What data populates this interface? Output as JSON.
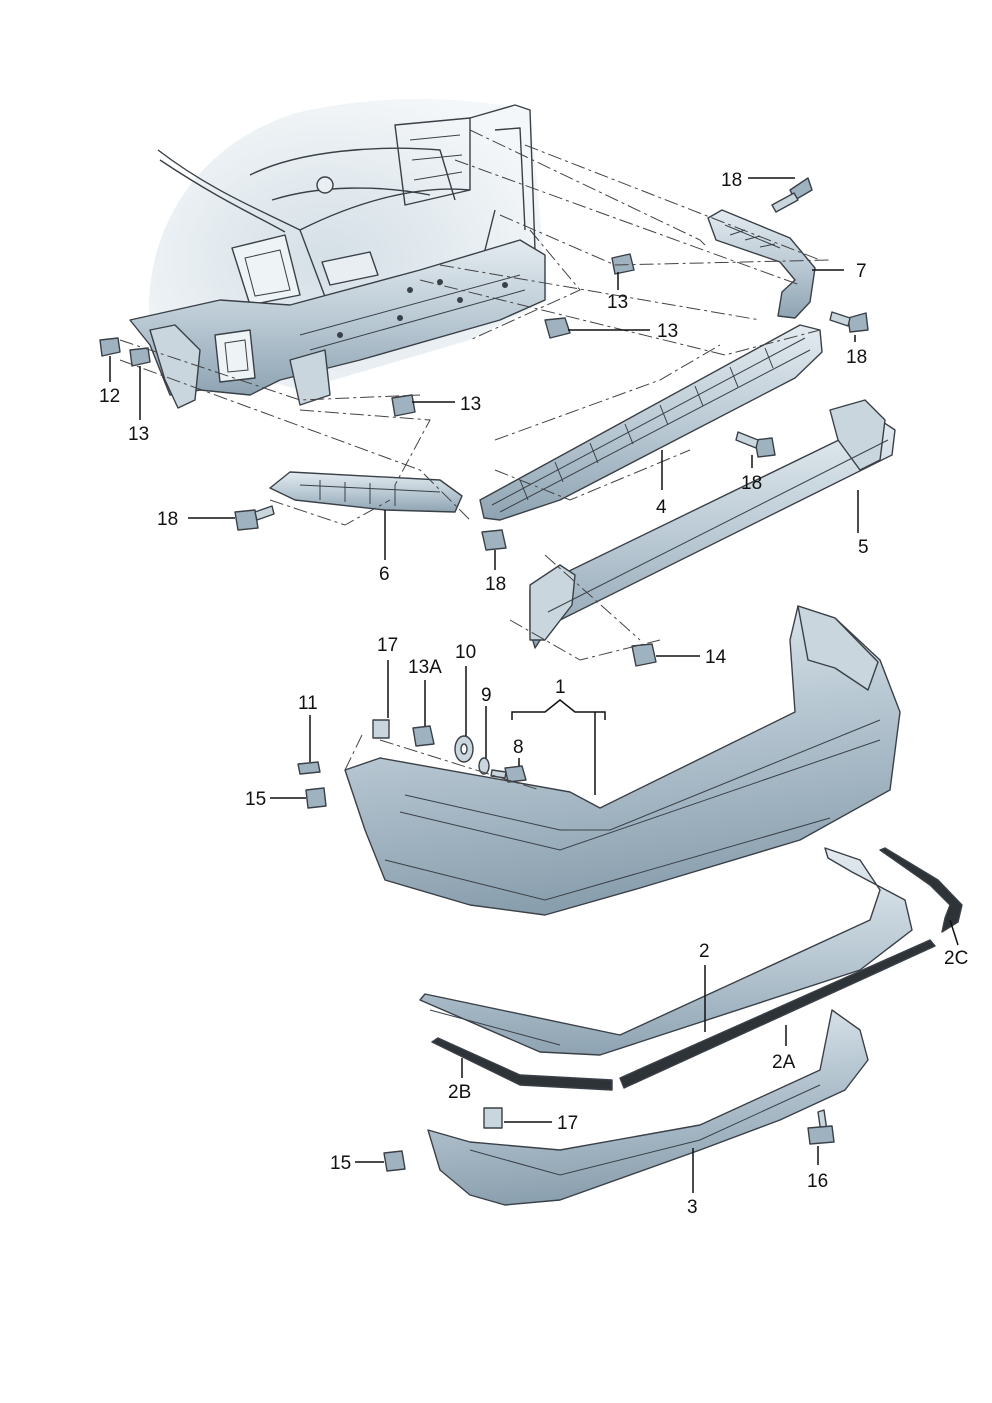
{
  "colors": {
    "background": "#ffffff",
    "part_fill": "#b7c7d2",
    "part_fill_dark": "#8ea3b2",
    "highlight": "#e3ebf0",
    "body_shade": "#dfe7ec",
    "line": "#3a4047",
    "label": "#111111"
  },
  "labels": {
    "p1": "1",
    "p2": "2",
    "p2A": "2A",
    "p2B": "2B",
    "p2C": "2C",
    "p3": "3",
    "p4": "4",
    "p5": "5",
    "p6": "6",
    "p7": "7",
    "p8": "8",
    "p9": "9",
    "p10": "10",
    "p11": "11",
    "p12": "12",
    "p13_a": "13",
    "p13_b": "13",
    "p13_c": "13",
    "p13_d": "13",
    "p13A": "13A",
    "p14": "14",
    "p15_a": "15",
    "p15_b": "15",
    "p16": "16",
    "p17_a": "17",
    "p17_b": "17",
    "p18_a": "18",
    "p18_b": "18",
    "p18_c": "18",
    "p18_d": "18",
    "p18_e": "18"
  }
}
